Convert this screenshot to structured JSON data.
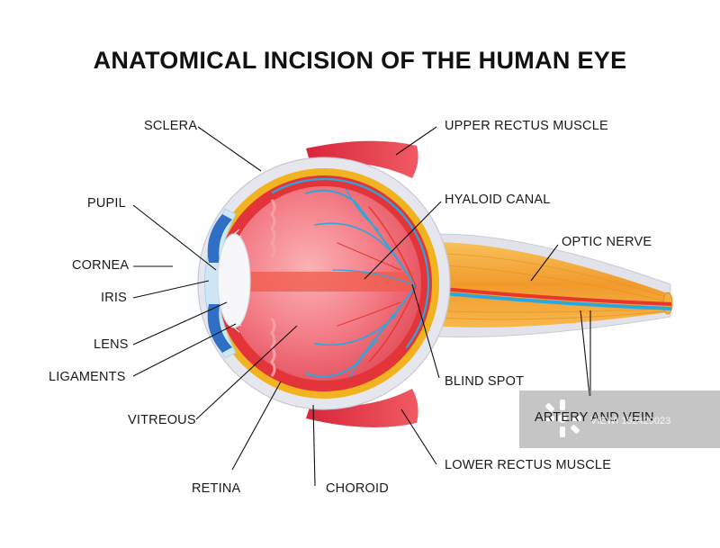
{
  "title": "ANATOMICAL INCISION OF THE HUMAN EYE",
  "labels": {
    "sclera": "SCLERA",
    "pupil": "PUPIL",
    "cornea": "CORNEA",
    "iris": "IRIS",
    "lens": "LENS",
    "ligaments": "LIGAMENTS",
    "vitreous": "VITREOUS",
    "retina": "RETINA",
    "choroid": "CHOROID",
    "upper_rectus_muscle": "UPPER RECTUS MUSCLE",
    "hyaloid_canal": "HYALOID CANAL",
    "optic_nerve": "OPTIC NERVE",
    "blind_spot": "BLIND SPOT",
    "artery_and_vein": "ARTERY AND VEIN",
    "lower_rectus_muscle": "LOWER RECTUS MUSCLE"
  },
  "watermark": {
    "text": "VIEWI 152429023"
  },
  "colors": {
    "sclera": "#e6e7ee",
    "choroid_band": "#f2b320",
    "retina_wall": "#e3343a",
    "vitreous": "#f07b84",
    "cornea": "#cfe7f5",
    "iris": "#2f6fc6",
    "optic_nerve": "#f4a93a",
    "vessel_blue": "#2aa7dd",
    "vessel_red": "#e8362e"
  }
}
